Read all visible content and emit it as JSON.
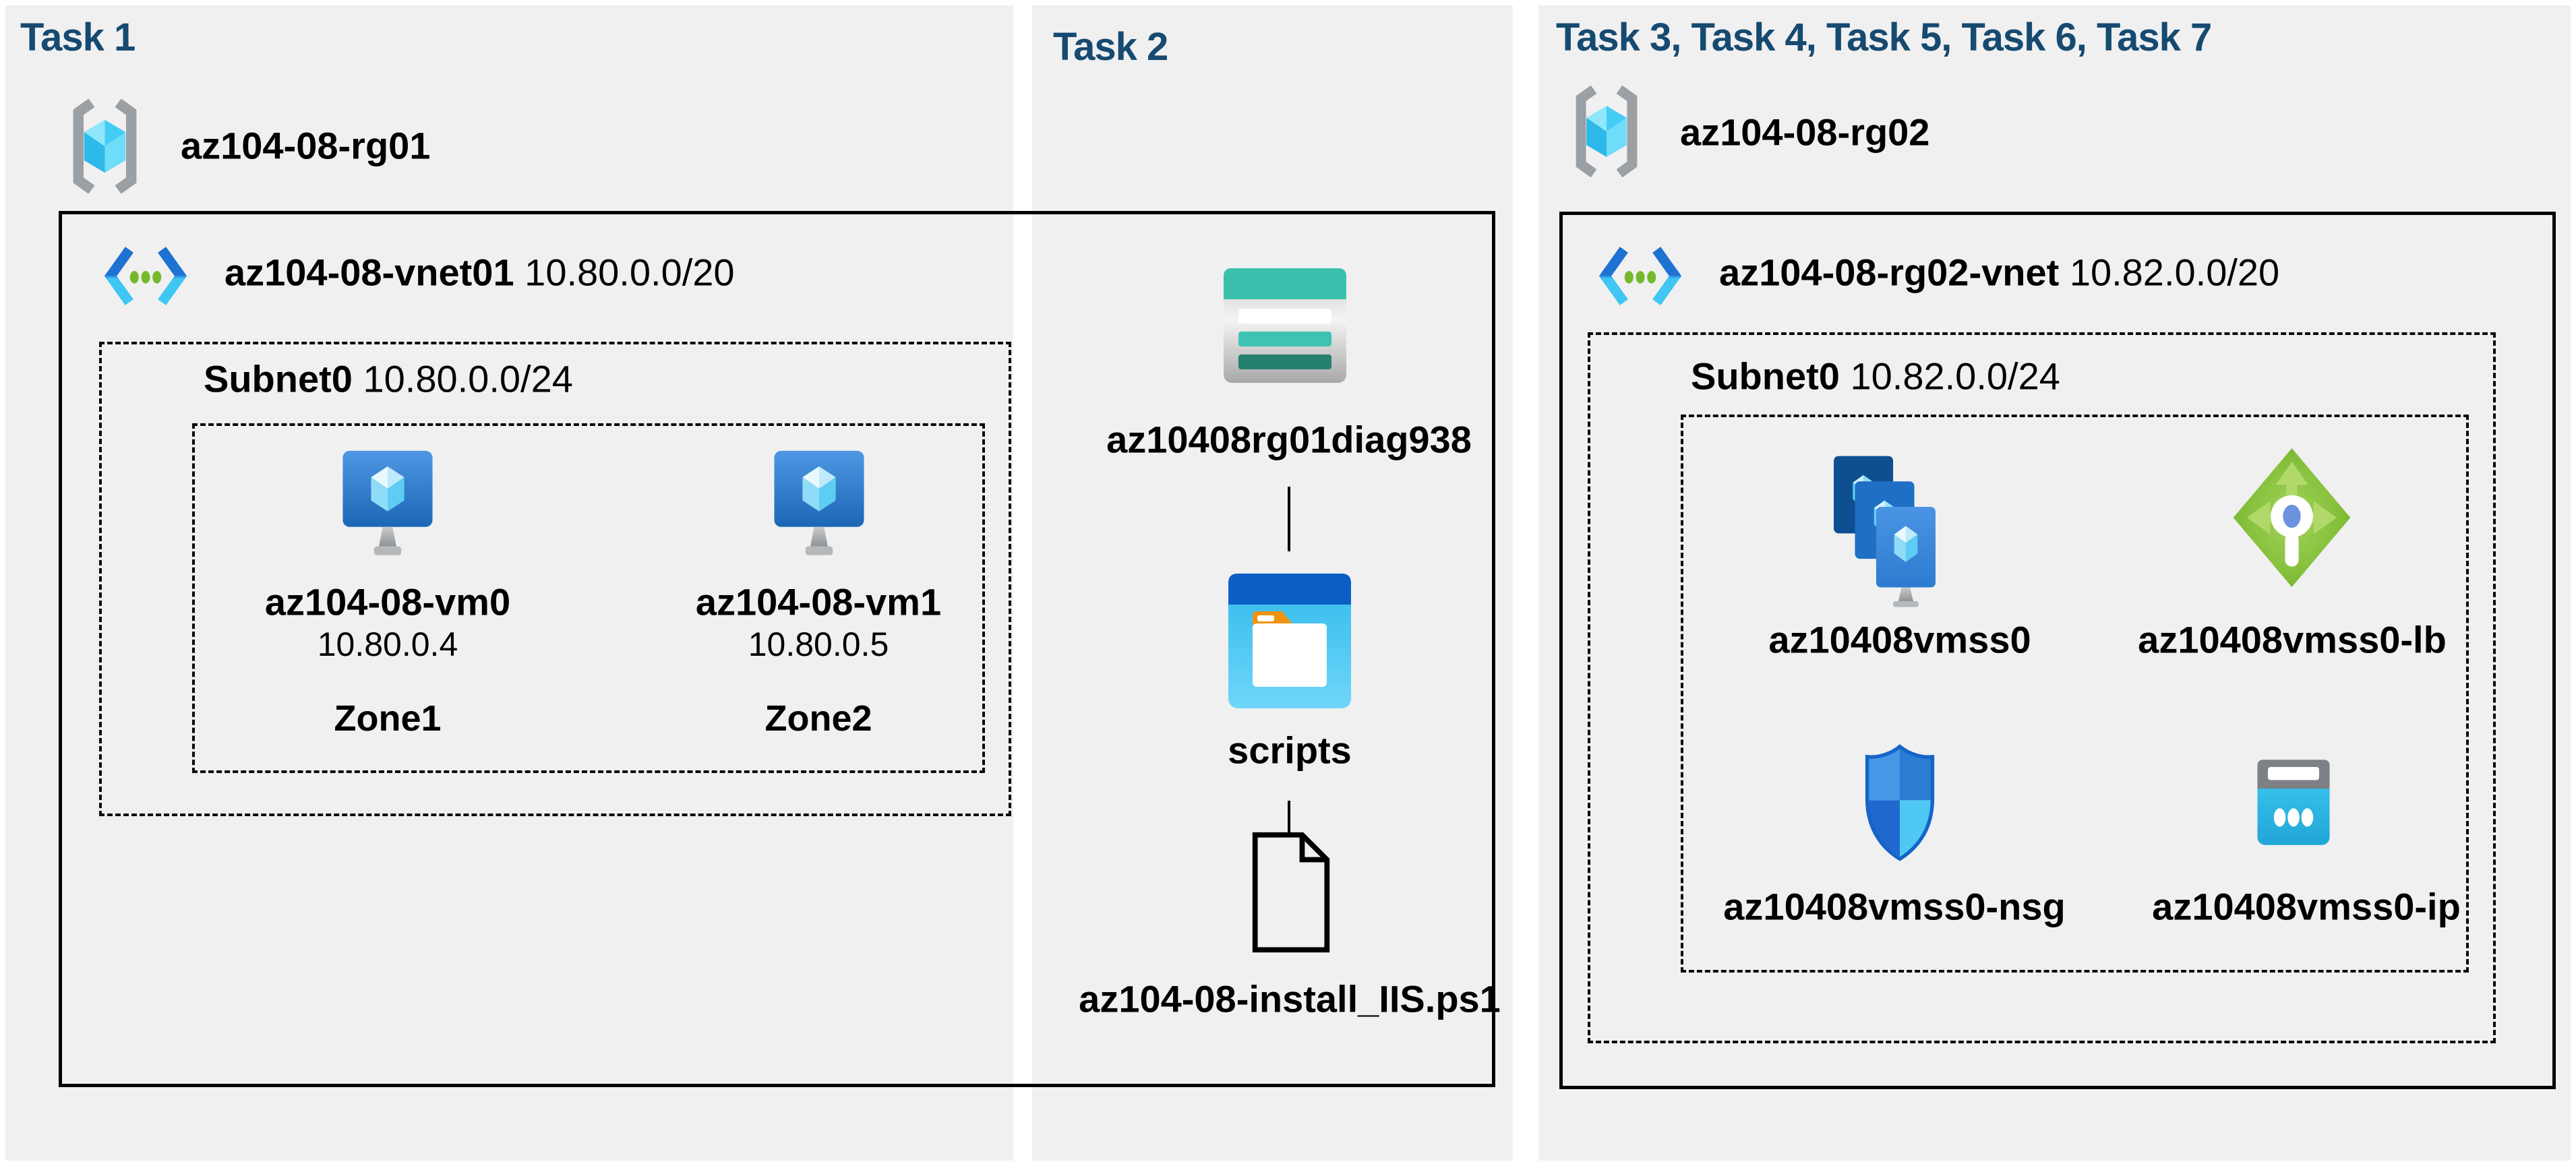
{
  "colors": {
    "title_navy": "#164a70",
    "panel_bg": "#f0f0f1",
    "border_black": "#000000",
    "storage_teal": "#39c1ae",
    "vnet_blue": "#1e72d2",
    "vnet_cyan": "#3fc6f3",
    "dot_green": "#76b82c",
    "lb_green": "#7fbc35",
    "nsg_blue": "#2d7cd4",
    "ip_cyan": "#3bc3ec",
    "vm_blue": "#2d7bd0"
  },
  "task1": {
    "title": "Task 1",
    "resource_group": "az104-08-rg01",
    "vnet_name": "az104-08-vnet01",
    "vnet_cidr": "10.80.0.0/20",
    "subnet_name": "Subnet0",
    "subnet_cidr": "10.80.0.0/24",
    "vms": [
      {
        "name": "az104-08-vm0",
        "ip": "10.80.0.4",
        "zone": "Zone1"
      },
      {
        "name": "az104-08-vm1",
        "ip": "10.80.0.5",
        "zone": "Zone2"
      }
    ]
  },
  "task2": {
    "title": "Task 2",
    "storage_account": "az10408rg01diag938",
    "container": "scripts",
    "file": "az104-08-install_IIS.ps1"
  },
  "task3": {
    "title": "Task 3, Task 4, Task 5, Task 6, Task 7",
    "resource_group": "az104-08-rg02",
    "vnet_name": "az104-08-rg02-vnet",
    "vnet_cidr": "10.82.0.0/20",
    "subnet_name": "Subnet0",
    "subnet_cidr": "10.82.0.0/24",
    "resources": [
      {
        "name": "az10408vmss0",
        "type": "vm-scale-set"
      },
      {
        "name": "az10408vmss0-lb",
        "type": "load-balancer"
      },
      {
        "name": "az10408vmss0-nsg",
        "type": "network-security-group"
      },
      {
        "name": "az10408vmss0-ip",
        "type": "public-ip"
      }
    ]
  }
}
